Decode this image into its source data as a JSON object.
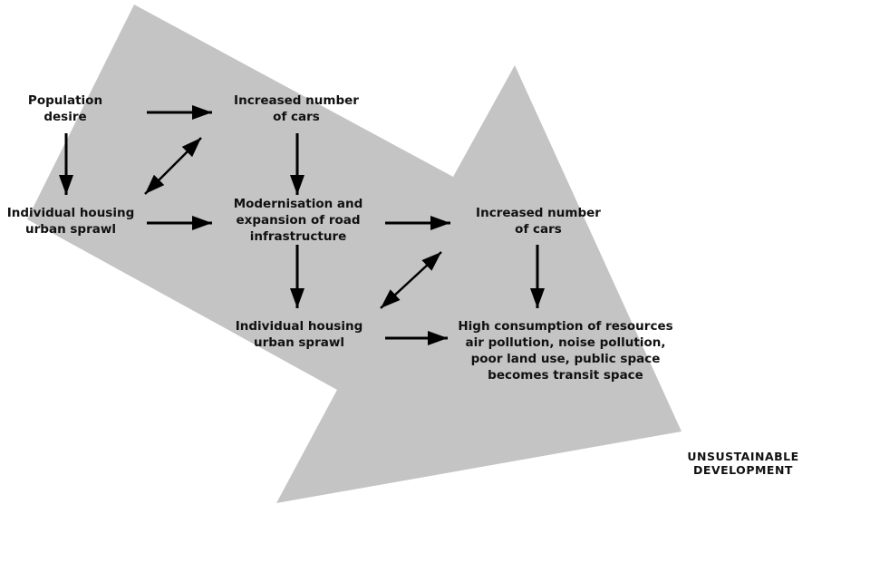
{
  "diagram": {
    "background_arrow_color": "#c4c4c4",
    "arrow_color": "#000000",
    "nodes": {
      "population_desire": "Population\ndesire",
      "cars_1": "Increased number\nof cars",
      "housing_1": "Individual housing\nurban sprawl",
      "road_infrastructure": "Modernisation and\nexpansion of road\ninfrastructure",
      "cars_2": "Increased number\nof cars",
      "housing_2": "Individual housing\nurban sprawl",
      "consequences": "High consumption of resources\nair pollution, noise pollution,\npoor land use, public space\nbecomes transit space"
    },
    "outcome": "UNSUSTAINABLE\nDEVELOPMENT",
    "edges": [
      {
        "from": "population_desire",
        "to": "cars_1",
        "type": "one-way"
      },
      {
        "from": "population_desire",
        "to": "housing_1",
        "type": "one-way"
      },
      {
        "from": "housing_1",
        "to": "cars_1",
        "type": "two-way"
      },
      {
        "from": "cars_1",
        "to": "road_infrastructure",
        "type": "one-way"
      },
      {
        "from": "housing_1",
        "to": "road_infrastructure",
        "type": "one-way"
      },
      {
        "from": "road_infrastructure",
        "to": "cars_2",
        "type": "one-way"
      },
      {
        "from": "road_infrastructure",
        "to": "housing_2",
        "type": "one-way"
      },
      {
        "from": "housing_2",
        "to": "cars_2",
        "type": "two-way"
      },
      {
        "from": "cars_2",
        "to": "consequences",
        "type": "one-way"
      },
      {
        "from": "housing_2",
        "to": "consequences",
        "type": "one-way"
      }
    ]
  }
}
